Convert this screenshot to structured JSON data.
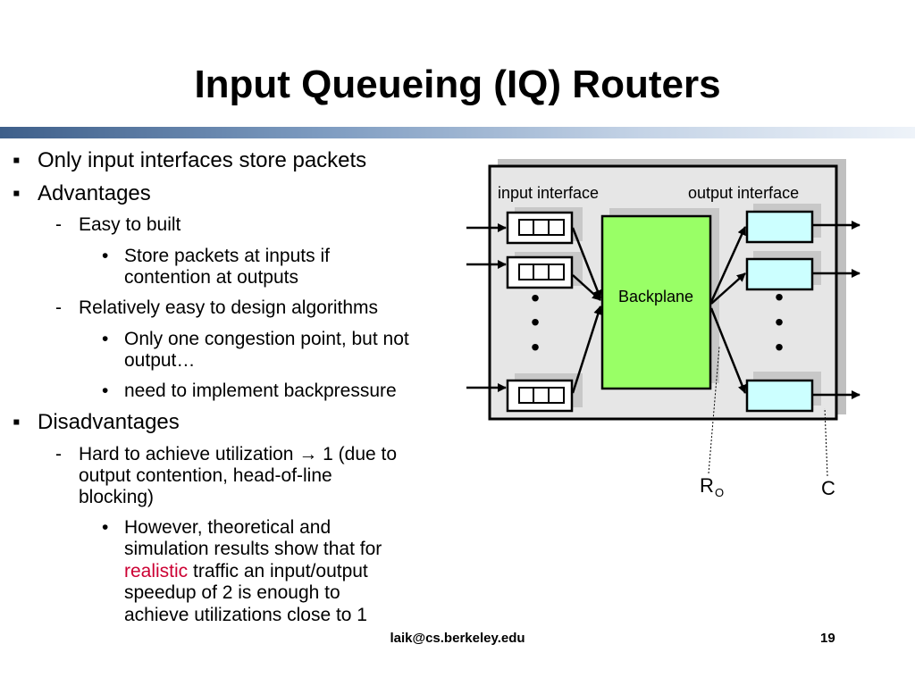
{
  "slide": {
    "title": "Input Queueing (IQ) Routers",
    "footer_email": "laik@cs.berkeley.edu",
    "page_number": "19"
  },
  "bullets": {
    "b1": "Only input interfaces store packets",
    "b2": "Advantages",
    "b2_1": "Easy to built",
    "b2_1_1a": "Store packets at inputs if",
    "b2_1_1b": "contention at outputs",
    "b2_2": "Relatively easy to design algorithms",
    "b2_2_1a": "Only one congestion point, but not",
    "b2_2_1b": "output…",
    "b2_2_2": "need to implement backpressure",
    "b3": "Disadvantages",
    "b3_1a": "Hard to achieve utilization",
    "b3_1_arrow": "→",
    "b3_1b": "1 (due to",
    "b3_1c": "output contention, head-of-line",
    "b3_1d": "blocking)",
    "b3_1_1a": "However, theoretical and",
    "b3_1_1b": "simulation results show that for",
    "b3_1_1c_red": "realistic",
    "b3_1_1c": " traffic an input/output",
    "b3_1_1d": "speedup of 2 is enough to",
    "b3_1_1e": "achieve utilizations close to 1"
  },
  "markers": {
    "square": "▪",
    "dash": "-",
    "dot": "•"
  },
  "diagram": {
    "input_label": "input interface",
    "output_label": "output interface",
    "backplane_label": "Backplane",
    "ro_label": "R",
    "ro_sub": "O",
    "c_label": "C",
    "dots": "•"
  },
  "colors": {
    "backplane_fill": "#99ff66",
    "output_fill": "#ccffff",
    "router_bg": "#e6e6e6",
    "highlight": "#cc0033"
  }
}
